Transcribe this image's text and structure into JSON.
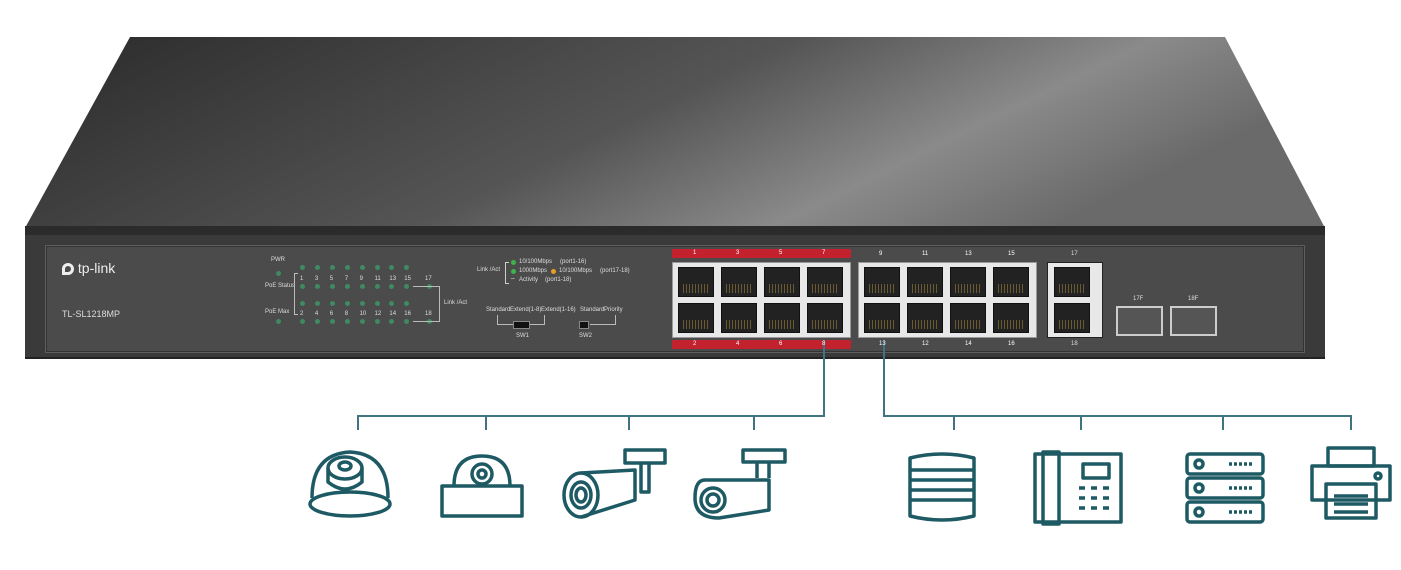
{
  "brand": {
    "logo": "tp-link",
    "model": "TL-SL1218MP"
  },
  "leds": {
    "pwr": "PWR",
    "poe_status": "PoE Status",
    "poe_max": "PoE Max",
    "link_act": "Link /Act",
    "odd_labels": [
      "1",
      "3",
      "5",
      "7",
      "9",
      "11",
      "13",
      "15"
    ],
    "even_labels": [
      "2",
      "4",
      "6",
      "8",
      "10",
      "12",
      "14",
      "16"
    ],
    "p17": "17",
    "p18": "18"
  },
  "legend": {
    "title": "Link /Act",
    "row1": "10/100Mbps",
    "row1_ports": "(port1-16)",
    "row2": "1000Mbps",
    "row2b": "10/100Mbps",
    "row2_ports": "(port17-18)",
    "row3": "Activity",
    "row3_ports": "(port1-18)"
  },
  "sw1": {
    "label": "SW1",
    "options": [
      "Standard",
      "Extend(1-8)",
      "Extend(1-16)"
    ]
  },
  "sw2": {
    "label": "SW2",
    "options": [
      "Standard",
      "Priority"
    ]
  },
  "ports": {
    "top": [
      "1",
      "3",
      "5",
      "7",
      "9",
      "11",
      "13",
      "15"
    ],
    "bottom": [
      "2",
      "4",
      "6",
      "8",
      "13",
      "12",
      "14",
      "16"
    ],
    "p17": "17",
    "p18": "18",
    "sfp1": "17F",
    "sfp2": "18F"
  },
  "colors": {
    "poe_bar": "#c4212e",
    "icon": "#1e5a63",
    "led_green": "#3f8a62",
    "led_orange": "#e8a020"
  },
  "devices_left": [
    "dome-camera-icon",
    "dome-camera-2-icon",
    "bullet-camera-icon",
    "bullet-camera-2-icon"
  ],
  "devices_right": [
    "access-point-icon",
    "ip-phone-icon",
    "server-icon",
    "printer-icon"
  ]
}
